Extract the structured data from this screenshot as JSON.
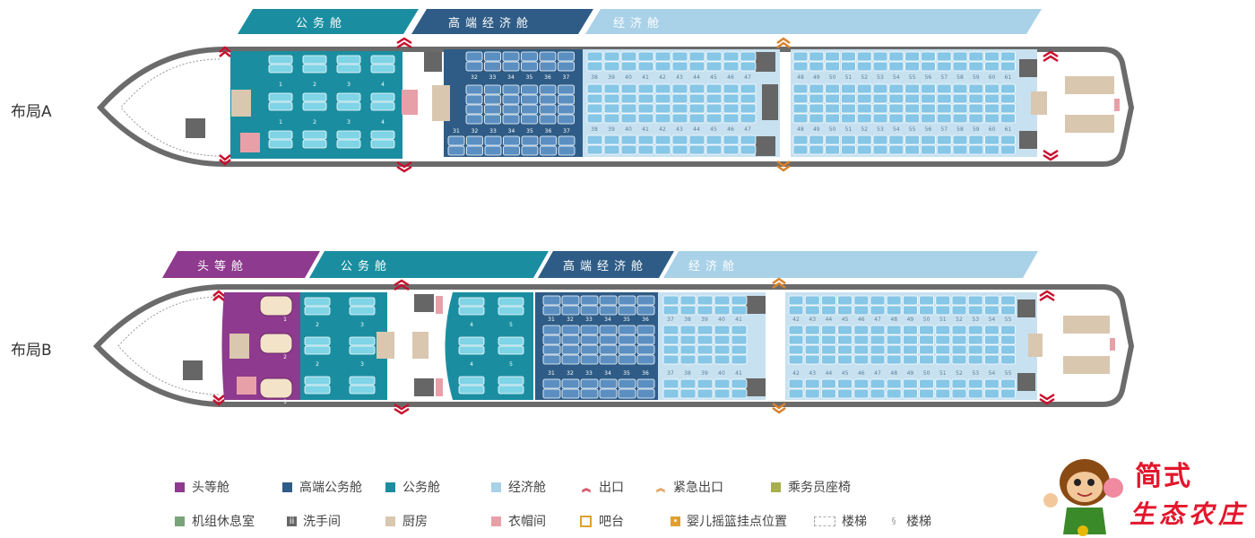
{
  "layouts": [
    {
      "label": "布局A",
      "cabins": [
        "公务舱",
        "高端经济舱",
        "经济舱"
      ],
      "rows_business": [
        "1",
        "2",
        "3",
        "4"
      ],
      "rows_premium_top": [
        "32",
        "33",
        "34",
        "35",
        "36",
        "37"
      ],
      "rows_premium_bottom": [
        "31",
        "32",
        "33",
        "34",
        "35",
        "36",
        "37"
      ],
      "rows_economy1": [
        "38",
        "39",
        "40",
        "41",
        "42",
        "43",
        "44",
        "45",
        "46",
        "47"
      ],
      "rows_economy2": [
        "48",
        "49",
        "50",
        "51",
        "52",
        "53",
        "54",
        "55",
        "56",
        "57",
        "58",
        "59",
        "60",
        "61"
      ]
    },
    {
      "label": "布局B",
      "cabins": [
        "头等舱",
        "公务舱",
        "高端经济舱",
        "经济舱"
      ],
      "rows_first": [
        "1",
        "2",
        "1"
      ],
      "rows_business": [
        "2",
        "3",
        "4",
        "5"
      ],
      "rows_premium": [
        "31",
        "32",
        "33",
        "34",
        "35",
        "36"
      ],
      "rows_economy1": [
        "37",
        "38",
        "39",
        "40",
        "41"
      ],
      "rows_economy2": [
        "42",
        "43",
        "44",
        "45",
        "46",
        "47",
        "48",
        "49",
        "50",
        "51",
        "52",
        "53",
        "54",
        "55"
      ]
    }
  ],
  "colors": {
    "first": "#8e3a8e",
    "business": "#1a8ea0",
    "premium": "#2e5c86",
    "economy": "#a9d1e8",
    "exit": "#c8102e",
    "emergency_exit": "#d9822b",
    "crew_seat": "#a7b04a",
    "crew_rest": "#7aa37a",
    "lavatory": "#666666",
    "galley": "#d9c7b0",
    "closet": "#e8a0a8",
    "bar": "#e0a030",
    "bassinet": "#e0a030"
  },
  "legend": [
    {
      "key": "first",
      "label": "头等舱"
    },
    {
      "key": "premium",
      "label": "高端公务舱"
    },
    {
      "key": "business",
      "label": "公务舱"
    },
    {
      "key": "economy",
      "label": "经济舱"
    },
    {
      "key": "exit",
      "label": "出口"
    },
    {
      "key": "emergency_exit",
      "label": "紧急出口"
    },
    {
      "key": "crew_seat",
      "label": "乘务员座椅"
    },
    {
      "key": "crew_rest",
      "label": "机组休息室"
    },
    {
      "key": "lavatory",
      "label": "洗手间"
    },
    {
      "key": "galley",
      "label": "厨房"
    },
    {
      "key": "closet",
      "label": "衣帽间"
    },
    {
      "key": "bar",
      "label": "吧台"
    },
    {
      "key": "bassinet",
      "label": "婴儿摇篮挂点位置"
    },
    {
      "key": "stairs",
      "label": "楼梯"
    },
    {
      "key": "stairs2",
      "label": "楼梯"
    }
  ],
  "logo": {
    "top": "简式",
    "bottom": "生态农庄"
  }
}
